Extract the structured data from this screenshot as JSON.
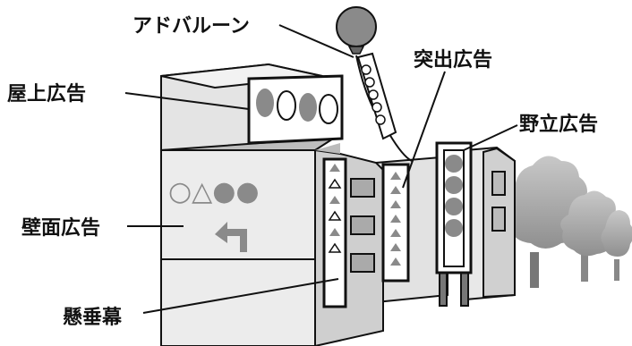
{
  "labels": {
    "ad_balloon": "アドバルーン",
    "rooftop_ad": "屋上広告",
    "projecting_sign": "突出広告",
    "standing_sign": "野立広告",
    "wall_ad": "壁面広告",
    "hanging_banner": "懸垂幕"
  },
  "wall_ad_symbols": "○△●●",
  "colors": {
    "sign_gray": "#8a8a8a",
    "building_light": "#e6e6e6",
    "building_mid": "#cfcfcf",
    "building_dark": "#b5b5b5",
    "outline": "#111111"
  }
}
